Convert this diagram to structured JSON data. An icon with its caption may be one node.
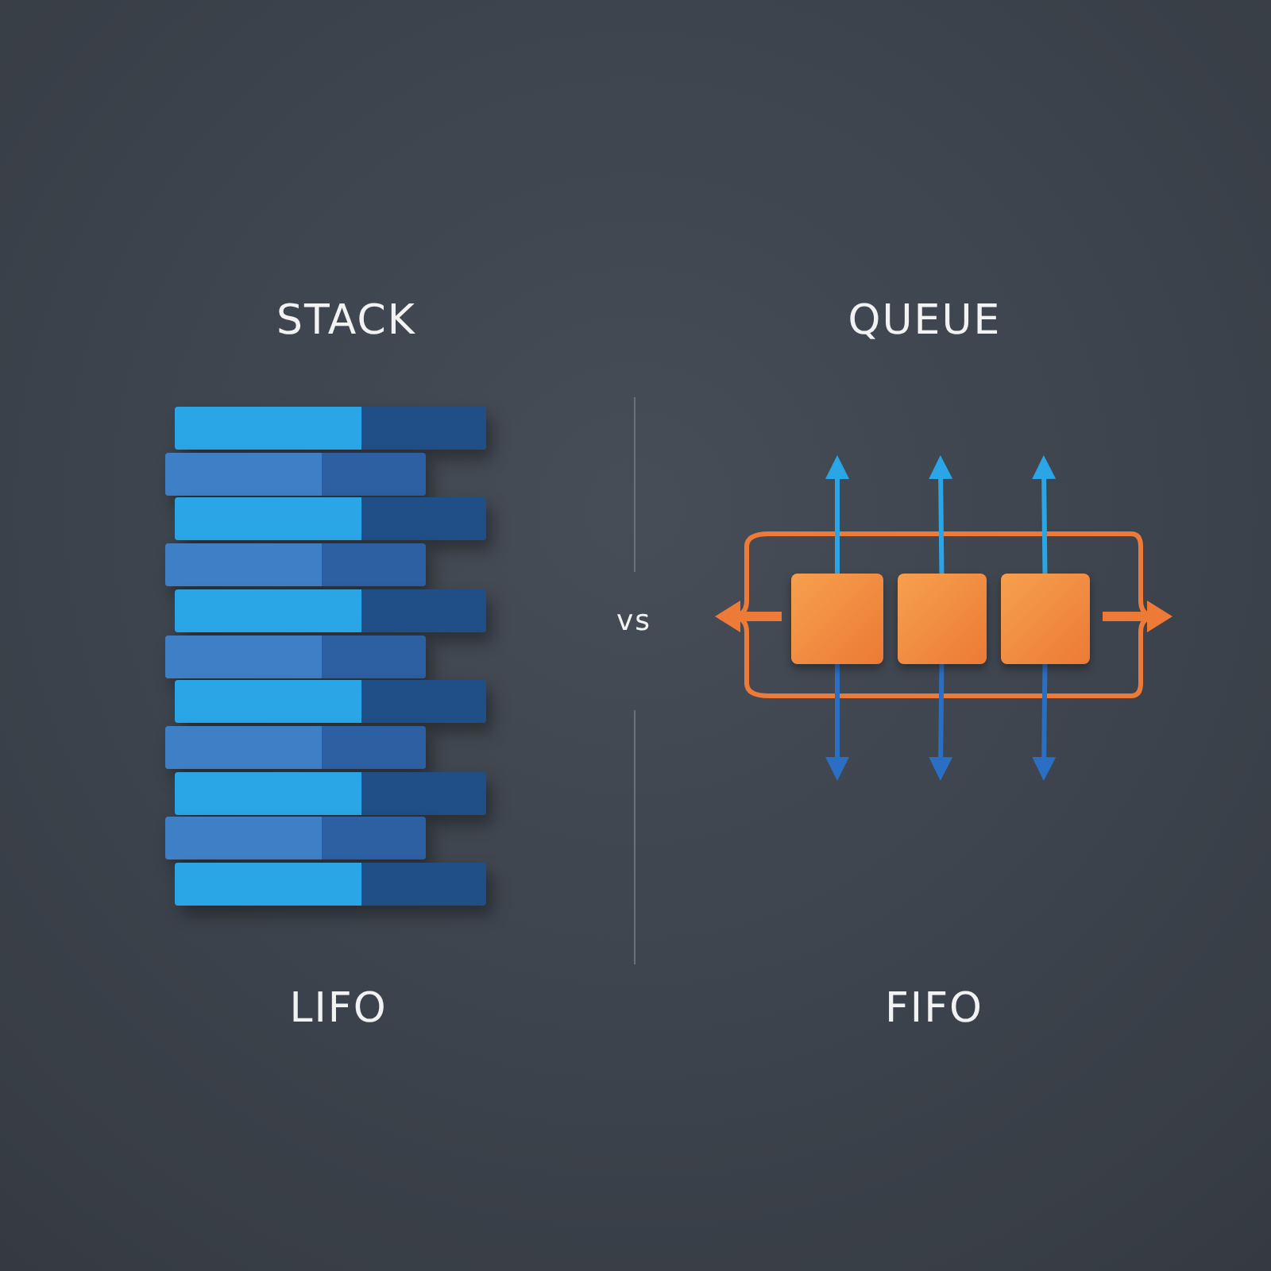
{
  "diagram": {
    "nodes": [
      {
        "text": [],
        "shape": "box"
      },
      {
        "text": [],
        "shape": "box"
      },
      {
        "text": [],
        "shape": "box"
      }
    ],
    "edges": [
      {
        "from": 0,
        "to": null,
        "arrow": "to"
      },
      {
        "from": 1,
        "to": null,
        "arrow": "to"
      },
      {
        "from": 2,
        "to": null,
        "arrow": "to"
      },
      {
        "from": 0,
        "to": null,
        "arrow": "to"
      },
      {
        "from": 1,
        "to": null,
        "arrow": "to"
      },
      {
        "from": 2,
        "to": null,
        "arrow": "to"
      }
    ],
    "labels": [
      "STACK",
      "QUEUE",
      "vs",
      "LIFO",
      "FIFO"
    ]
  }
}
